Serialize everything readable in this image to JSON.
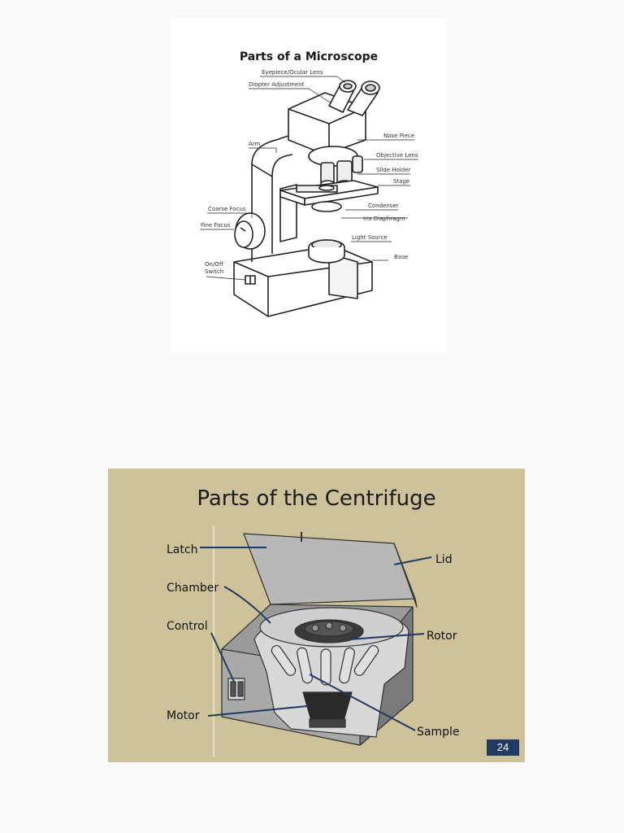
{
  "microscope": {
    "title": "Parts of a Microscope",
    "labels": {
      "eyepiece": "Eyepiece/Ocular Lens",
      "diopter": "Diopter Adjustment",
      "arm": "Arm",
      "nose_piece": "Nose Piece",
      "objective_lens": "Objective Lens",
      "slide_holder": "Slide Holder",
      "stage": "Stage",
      "coarse_focus": "Coarse Focus",
      "fine_focus": "Fine Focus",
      "condenser": "Condenser",
      "iris_diaphragm": "Iris Diaphragm",
      "light_source": "Light Source",
      "base": "Base",
      "switch_line1": "On/Off",
      "switch_line2": "Switch"
    }
  },
  "centrifuge": {
    "title": "Parts of the Centrifuge",
    "labels": {
      "latch": "Latch",
      "lid": "Lid",
      "chamber": "Chamber",
      "control": "Control",
      "rotor": "Rotor",
      "motor": "Motor",
      "sample": "Sample"
    },
    "page_number": "24"
  }
}
